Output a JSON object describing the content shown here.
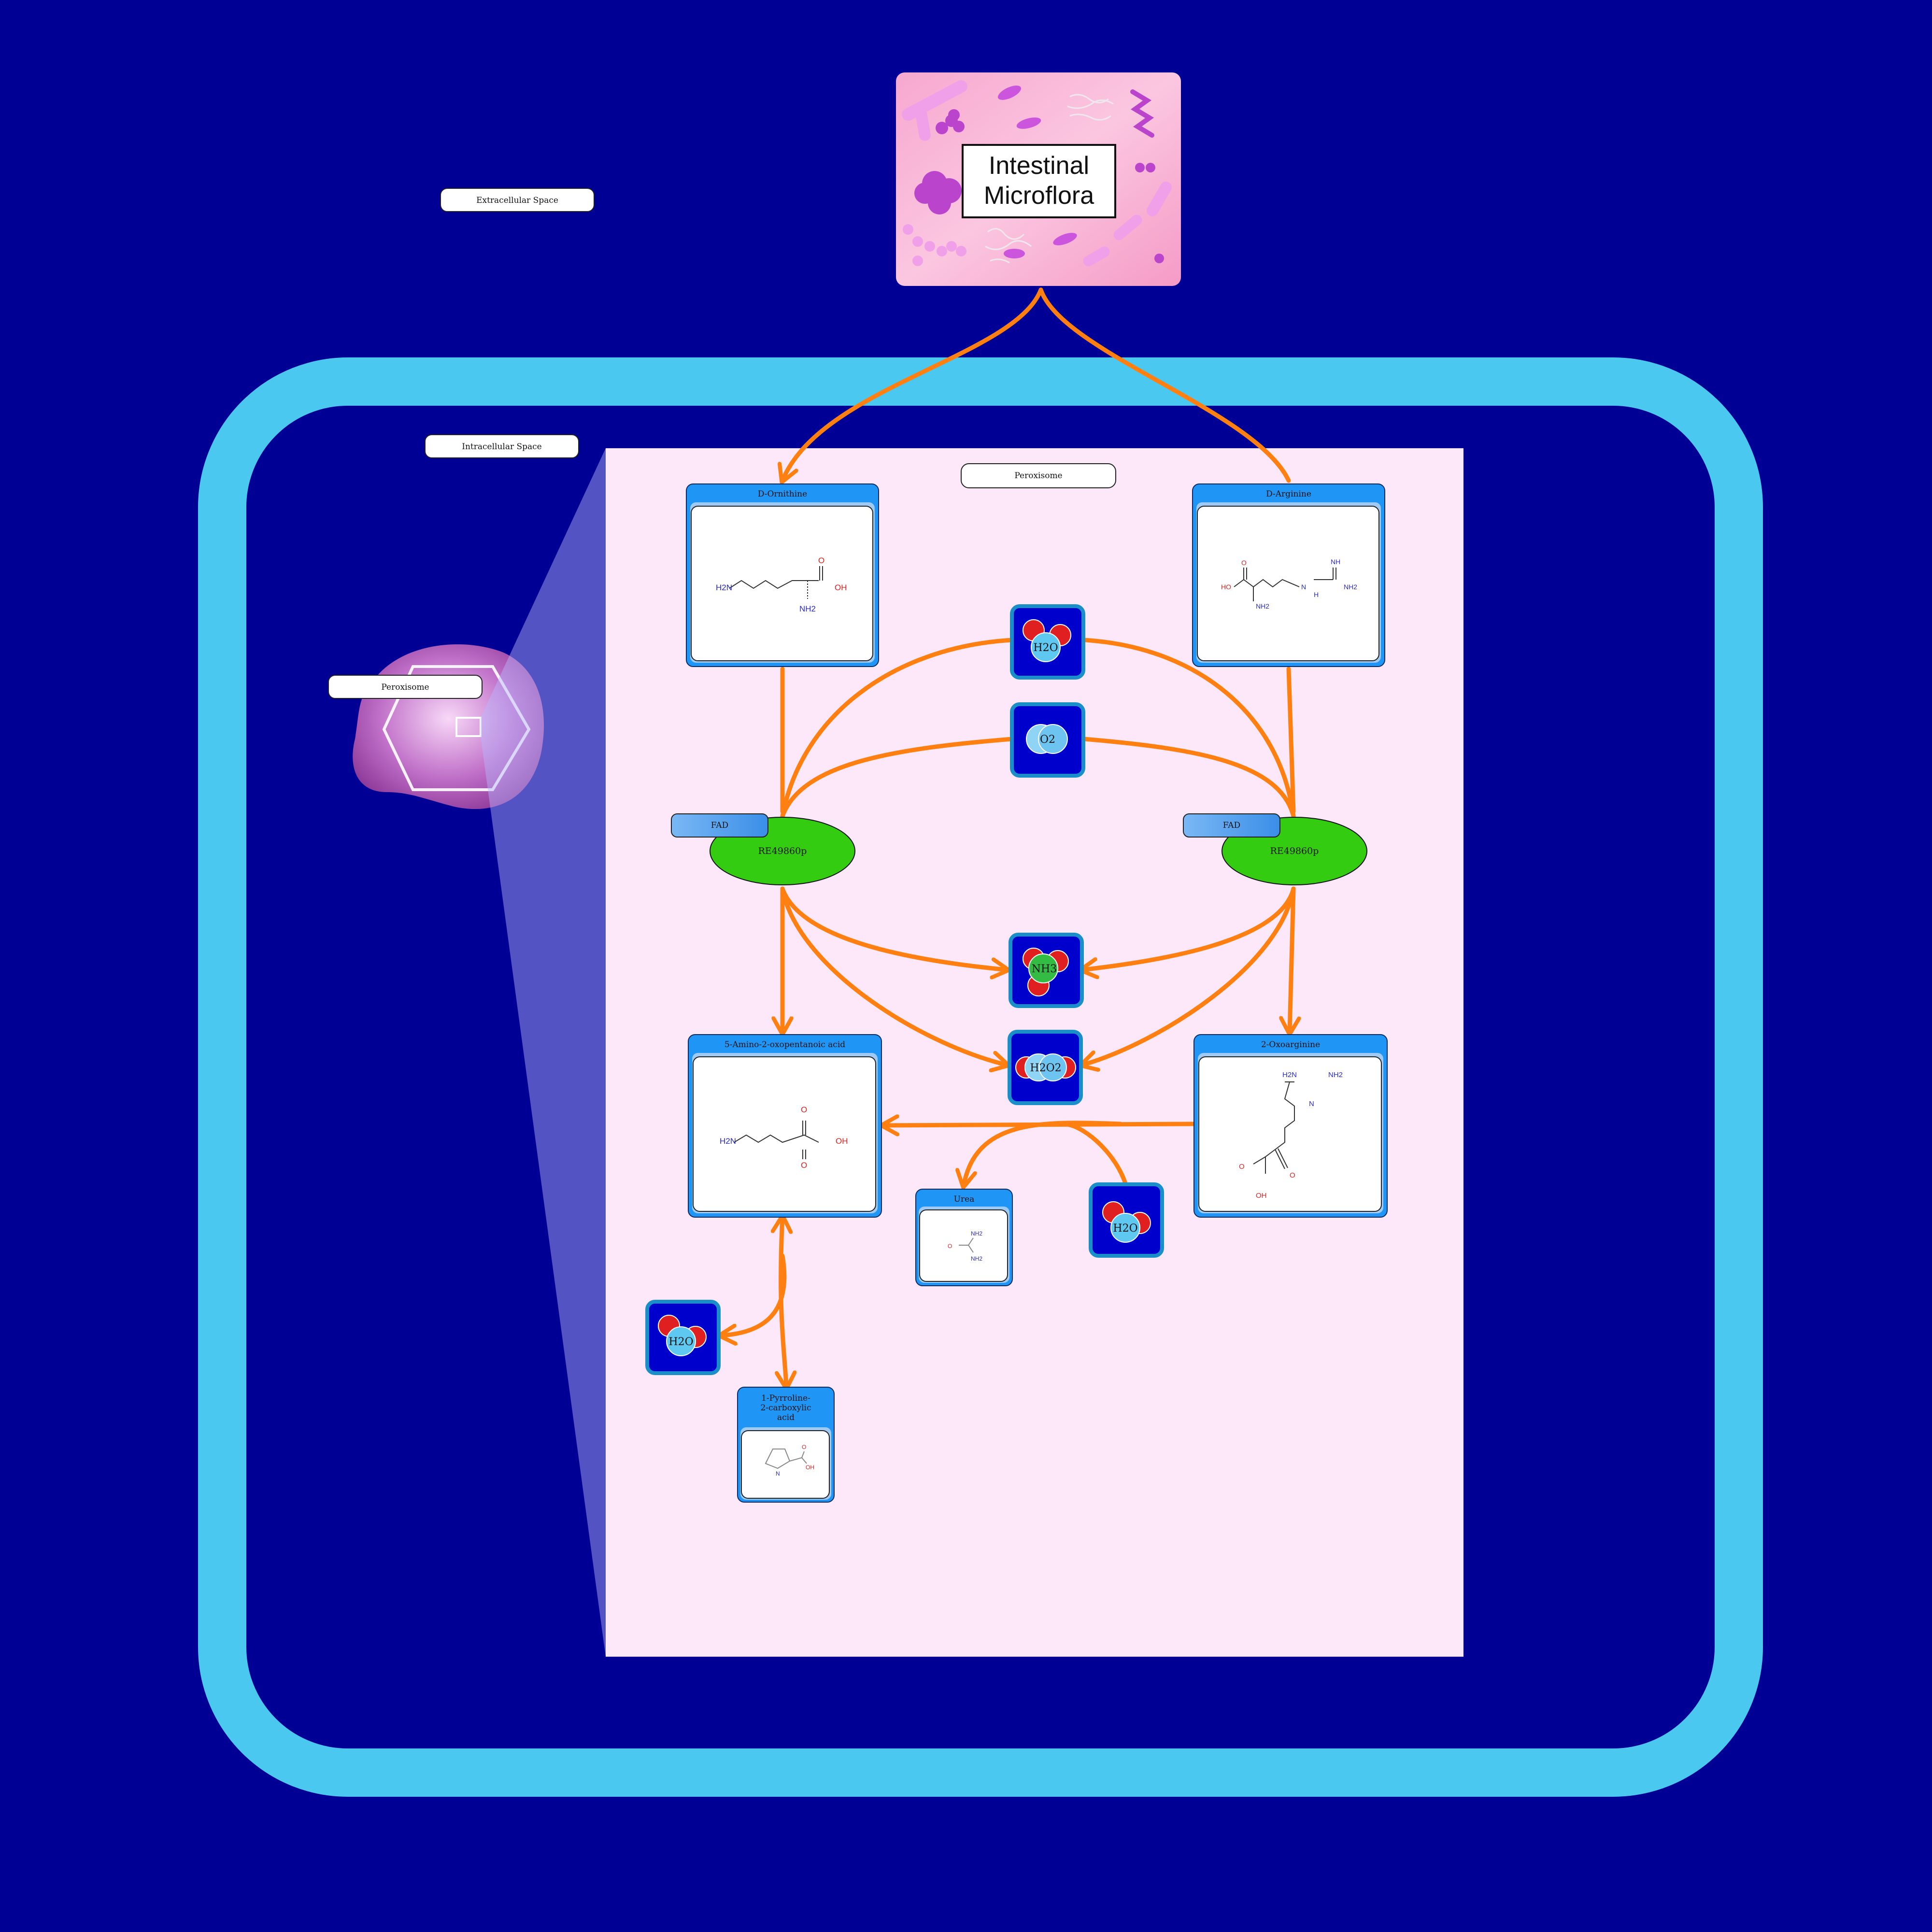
{
  "compartments": {
    "extracellular": "Extracellular Space",
    "intracellular": "Intracellular Space",
    "peroxisome_icon_label": "Peroxisome",
    "peroxisome_zoom_label": "Peroxisome"
  },
  "microflora": {
    "line1": "Intestinal",
    "line2": "Microflora"
  },
  "compounds": {
    "d_ornithine": "D-Ornithine",
    "d_arginine": "D-Arginine",
    "amino_oxopentanoic": "5-Amino-2-oxopentanoic acid",
    "oxoarginine": "2-Oxoarginine",
    "urea": "Urea",
    "pyrroline_1": "1-Pyrroline-",
    "pyrroline_2": "2-carboxylic",
    "pyrroline_3": "acid"
  },
  "enzymes": {
    "left": {
      "name": "RE49860p",
      "cofactor": "FAD"
    },
    "right": {
      "name": "RE49860p",
      "cofactor": "FAD"
    }
  },
  "small_molecules": {
    "h2o_top": "H2O",
    "o2": "O2",
    "nh3": "NH3",
    "h2o2": "H2O2",
    "h2o_urea": "H2O",
    "h2o_left": "H2O"
  },
  "structure_atoms": {
    "d_ornithine": {
      "amine": "H2N",
      "oxo": "O",
      "oh": "OH",
      "alpha": "NH2"
    },
    "d_arginine": {
      "oh": "HO",
      "oxo": "O",
      "alpha": "NH2",
      "nh": "NH",
      "nh2": "NH2",
      "h": "H",
      "n": "N"
    },
    "amino_oxopentanoic": {
      "amine": "H2N",
      "oxo1": "O",
      "oxo2": "O",
      "oh": "OH"
    },
    "oxoarginine": {
      "nh2a": "H2N",
      "nh2b": "NH2",
      "n": "N",
      "oxo1": "O",
      "oxo2": "O",
      "oh": "OH"
    },
    "urea": {
      "o": "O",
      "nh2a": "NH2",
      "nh2b": "NH2"
    },
    "pyrroline": {
      "n": "N",
      "o": "O",
      "oh": "OH"
    }
  },
  "colors": {
    "background": "#000094",
    "membrane": "#4AC8F0",
    "peroxisome_panel": "#FCE8F8",
    "arrow": "#FF8010",
    "enzyme": "#33CC11",
    "compound_header": "#1F95F5",
    "microflora": "#F5A0C8"
  }
}
